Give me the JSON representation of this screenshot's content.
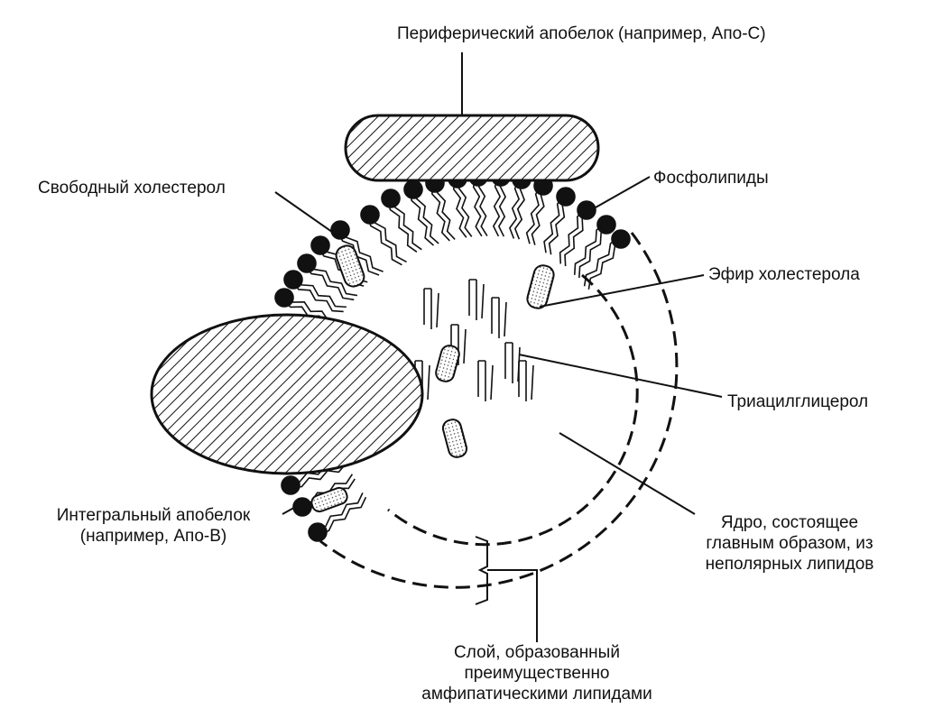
{
  "labels": {
    "peripheral": "Периферический апобелок (например, Апо-С)",
    "free_cholesterol": "Свободный холестерол",
    "phospholipids": "Фосфолипиды",
    "cholesterol_ester": "Эфир холестерола",
    "triacylglycerol": "Триацилглицерол",
    "integral_1": "Интегральный апобелок",
    "integral_2": "(например, Апо-В)",
    "core_1": "Ядро, состоящее",
    "core_2": "главным образом, из",
    "core_3": "неполярных липидов",
    "layer_1": "Слой, образованный",
    "layer_2": "преимущественно",
    "layer_3": "амфипатическими липидами"
  }
}
